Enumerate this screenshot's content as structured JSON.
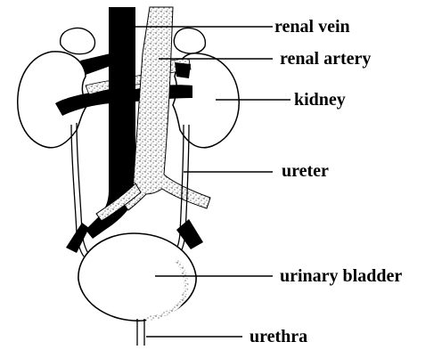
{
  "diagram": {
    "labels": {
      "renal_vein": "renal vein",
      "renal_artery": "renal artery",
      "kidney": "kidney",
      "ureter": "ureter",
      "urinary_bladder": "urinary bladder",
      "urethra": "urethra"
    }
  }
}
